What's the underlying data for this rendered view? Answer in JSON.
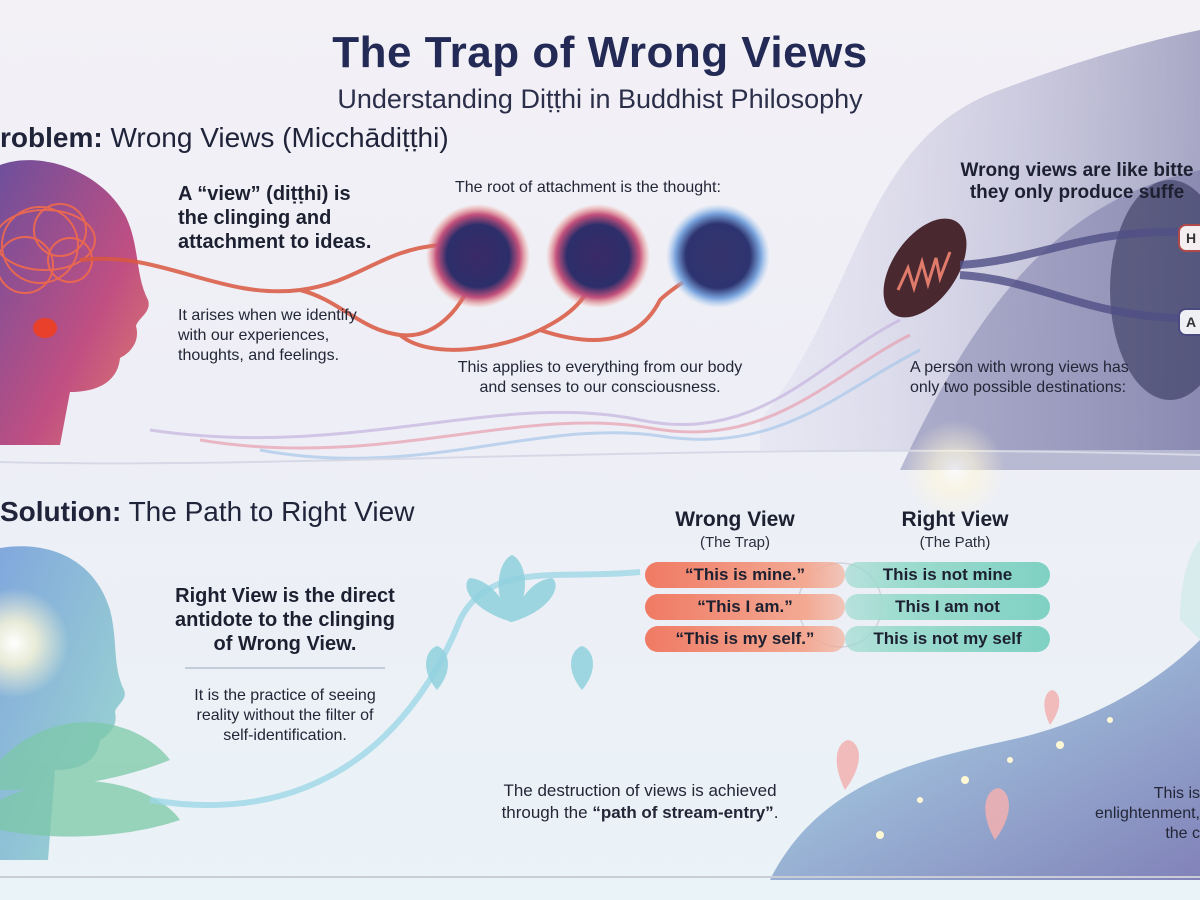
{
  "header": {
    "title": "The Trap of Wrong Views",
    "subtitle": "Understanding Diṭṭhi in Buddhist Philosophy"
  },
  "problem": {
    "heading_bold": "roblem:",
    "heading_rest": " Wrong Views (Micchādiṭṭhi)",
    "view_def_lines": [
      "A “view” (diṭṭhi) is",
      "the clinging and",
      "attachment to ideas."
    ],
    "arises_lines": [
      "It arises when we identify",
      "with our experiences,",
      "thoughts, and feelings."
    ],
    "root_text": "The root of attachment is the thought:",
    "applies_lines": [
      "This applies to everything from our body",
      "and senses to our consciousness."
    ],
    "bitter_lines": [
      "Wrong views are like bitte",
      "they only produce suffe"
    ],
    "dest_lines": [
      "A person with wrong views has",
      "only two possible destinations:"
    ],
    "dest_tags": [
      "H",
      "A"
    ]
  },
  "solution": {
    "heading_bold": "Solution:",
    "heading_rest": " The Path to Right View",
    "antidote_lines": [
      "Right View is the direct",
      "antidote to the clinging",
      "of Wrong View."
    ],
    "practice_lines": [
      "It is the practice of seeing",
      "reality without the filter of",
      "self-identification."
    ],
    "stream_lines": [
      "The destruction of views is achieved",
      "through the "
    ],
    "stream_bold": "“path of stream-entry”",
    "stream_end": ".",
    "right_edge_lines": [
      "This is",
      "enlightenment,",
      "the c"
    ],
    "comparison": {
      "wrong_head": "Wrong View",
      "wrong_sub": "(The Trap)",
      "right_head": "Right View",
      "right_sub": "(The Path)",
      "wrong_items": [
        "“This is mine.”",
        "“This I am.”",
        "“This is my self.”"
      ],
      "right_items": [
        "This is not mine",
        "This I am not",
        "This is not my self"
      ]
    }
  },
  "colors": {
    "title": "#232a55",
    "wrong_pill": "#f07a64",
    "right_pill": "#7fd1c3",
    "red_thread": "#e2553c",
    "path_blue": "#8fd3ec"
  }
}
